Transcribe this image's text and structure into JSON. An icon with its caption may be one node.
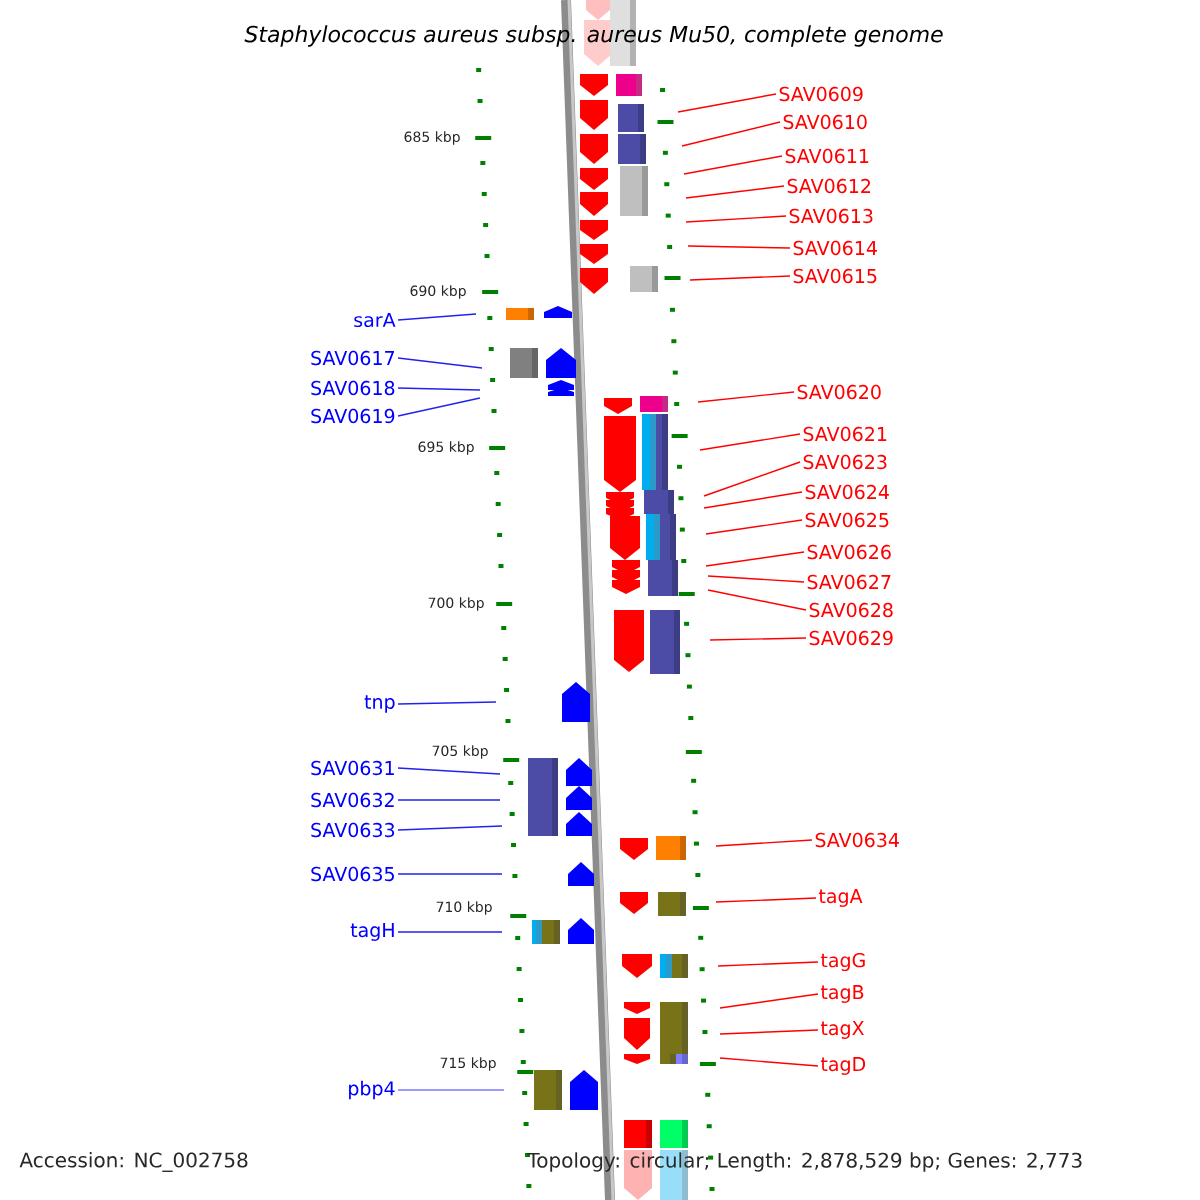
{
  "diagram": {
    "title": "Staphylococcus aureus subsp. aureus Mu50, complete genome",
    "nodes": [
      {
        "text": [
          "SAV0609"
        ]
      },
      {
        "text": [
          "SAV0610"
        ]
      },
      {
        "text": [
          "SAV0611"
        ]
      },
      {
        "text": [
          "SAV0612"
        ]
      },
      {
        "text": [
          "SAV0613"
        ]
      },
      {
        "text": [
          "SAV0614"
        ]
      },
      {
        "text": [
          "SAV0615"
        ]
      },
      {
        "text": [
          "sarA"
        ]
      },
      {
        "text": [
          "SAV0617"
        ]
      },
      {
        "text": [
          "SAV0618"
        ]
      },
      {
        "text": [
          "SAV0619"
        ]
      },
      {
        "text": [
          "SAV0620"
        ]
      },
      {
        "text": [
          "SAV0621"
        ]
      },
      {
        "text": [
          "SAV0623"
        ]
      },
      {
        "text": [
          "SAV0624"
        ]
      },
      {
        "text": [
          "SAV0625"
        ]
      },
      {
        "text": [
          "SAV0626"
        ]
      },
      {
        "text": [
          "SAV0627"
        ]
      },
      {
        "text": [
          "SAV0628"
        ]
      },
      {
        "text": [
          "SAV0629"
        ]
      },
      {
        "text": [
          "tnp"
        ]
      },
      {
        "text": [
          "SAV0631"
        ]
      },
      {
        "text": [
          "SAV0632"
        ]
      },
      {
        "text": [
          "SAV0633"
        ]
      },
      {
        "text": [
          "SAV0634"
        ]
      },
      {
        "text": [
          "SAV0635"
        ]
      },
      {
        "text": [
          "tagA"
        ]
      },
      {
        "text": [
          "tagH"
        ]
      },
      {
        "text": [
          "tagG"
        ]
      },
      {
        "text": [
          "tagB"
        ]
      },
      {
        "text": [
          "tagX"
        ]
      },
      {
        "text": [
          "tagD"
        ]
      },
      {
        "text": [
          "pbp4"
        ]
      }
    ],
    "edges": [
      {
        "from": 0,
        "to": null,
        "arrow": "none"
      },
      {
        "from": 1,
        "to": null,
        "arrow": "none"
      },
      {
        "from": 2,
        "to": null,
        "arrow": "none"
      },
      {
        "from": 3,
        "to": null,
        "arrow": "none"
      },
      {
        "from": 4,
        "to": null,
        "arrow": "none"
      },
      {
        "from": 5,
        "to": null,
        "arrow": "none"
      },
      {
        "from": 6,
        "to": null,
        "arrow": "none"
      },
      {
        "from": 7,
        "to": null,
        "arrow": "none",
        "color": "#2222ee"
      },
      {
        "from": 8,
        "to": null,
        "arrow": "none",
        "color": "#2222ee"
      },
      {
        "from": 9,
        "to": null,
        "arrow": "none",
        "color": "#2222ee"
      },
      {
        "from": 10,
        "to": null,
        "arrow": "none",
        "color": "#2222ee"
      },
      {
        "from": 11,
        "to": null,
        "arrow": "none"
      },
      {
        "from": 12,
        "to": null,
        "arrow": "none"
      },
      {
        "from": 13,
        "to": null,
        "arrow": "none"
      },
      {
        "from": 14,
        "to": null,
        "arrow": "none"
      },
      {
        "from": 15,
        "to": null,
        "arrow": "none"
      },
      {
        "from": 16,
        "to": null,
        "arrow": "none"
      },
      {
        "from": 17,
        "to": null,
        "arrow": "none"
      },
      {
        "from": 18,
        "to": null,
        "arrow": "none"
      },
      {
        "from": 19,
        "to": null,
        "arrow": "none"
      },
      {
        "from": 20,
        "to": null,
        "arrow": "none",
        "color": "#2222ee"
      },
      {
        "from": 21,
        "to": null,
        "arrow": "none",
        "color": "#2222ee"
      },
      {
        "from": 22,
        "to": null,
        "arrow": "none",
        "color": "#2222ee"
      },
      {
        "from": 23,
        "to": null,
        "arrow": "none",
        "color": "#2222ee"
      },
      {
        "from": 24,
        "to": null,
        "arrow": "none"
      },
      {
        "from": 25,
        "to": null,
        "arrow": "none",
        "color": "#2222ee"
      },
      {
        "from": 26,
        "to": null,
        "arrow": "none"
      },
      {
        "from": 27,
        "to": null,
        "arrow": "none",
        "color": "#2222ee"
      },
      {
        "from": 28,
        "to": null,
        "arrow": "none"
      },
      {
        "from": 29,
        "to": null,
        "arrow": "none"
      },
      {
        "from": 30,
        "to": null,
        "arrow": "none"
      },
      {
        "from": 31,
        "to": null,
        "arrow": "none"
      },
      {
        "from": 32,
        "to": null,
        "arrow": "none",
        "color": "#7777ff"
      }
    ],
    "labels": [
      "685 kbp",
      "690 kbp",
      "695 kbp",
      "700 kbp",
      "705 kbp",
      "710 kbp",
      "715 kbp",
      "Accession: NC_002758",
      "Topology: circular; Length: 2,878,529 bp; Genes: 2,773"
    ]
  }
}
